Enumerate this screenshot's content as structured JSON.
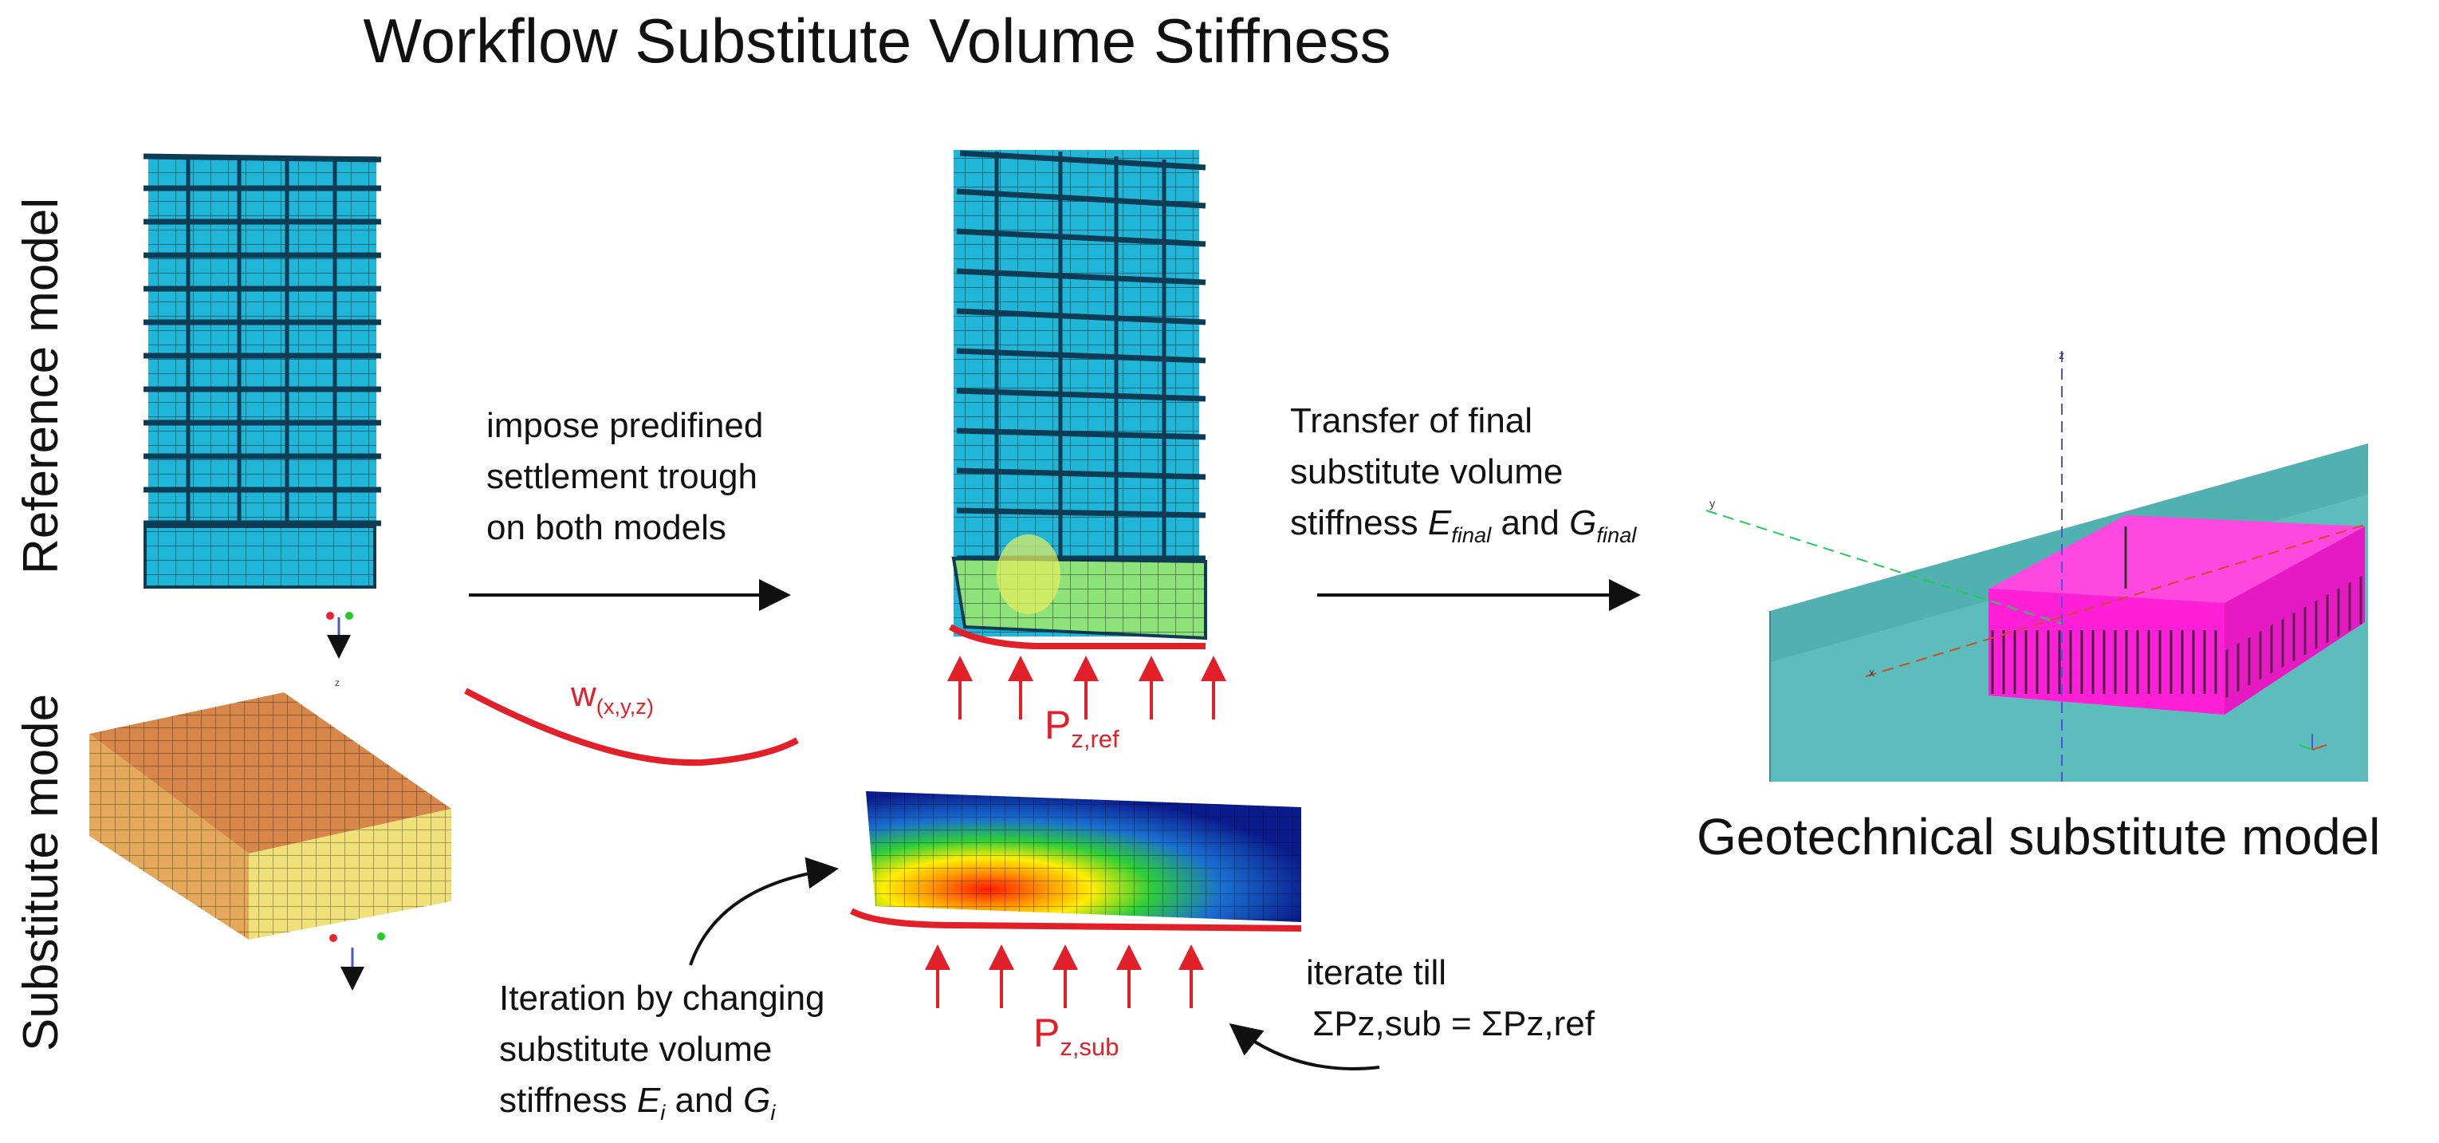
{
  "title": "Workflow Substitute Volume Stiffness",
  "side_labels": {
    "reference": "Reference model",
    "substitute": "Substitute mode"
  },
  "step1": {
    "line1": "impose predifined",
    "line2": "settlement trough",
    "line3": "on both models"
  },
  "step2": {
    "line1": "Transfer of final",
    "line2": "substitute volume",
    "line3_prefix": "stiffness ",
    "E": "E",
    "E_sub": "final",
    "and": " and ",
    "G": "G",
    "G_sub": "final"
  },
  "w_label": {
    "base": "w",
    "sub": "(x,y,z)"
  },
  "pref_label": {
    "base": "P",
    "sub": "z,ref"
  },
  "psub_label": {
    "base": "P",
    "sub": "z,sub"
  },
  "iterate": {
    "line1": "iterate till",
    "line2": "ΣPz,sub = ΣPz,ref"
  },
  "iteration": {
    "line1": "Iteration by changing",
    "line2": "substitute volume",
    "line3_prefix": "stiffness ",
    "E": "E",
    "E_sub": "i",
    "and": " and ",
    "G": "G",
    "G_sub": "i"
  },
  "geo_label": "Geotechnical substitute model",
  "axis_labels": {
    "z": "z",
    "x": "x",
    "y": "y"
  },
  "colors": {
    "building_frame": "#1fb6d8",
    "building_dark": "#0f3c55",
    "block_top": "#d8874a",
    "block_front": "#efe07a",
    "soil": "#5dbdbd",
    "magenta": "#ff1fd6",
    "red": "#e2202a"
  }
}
